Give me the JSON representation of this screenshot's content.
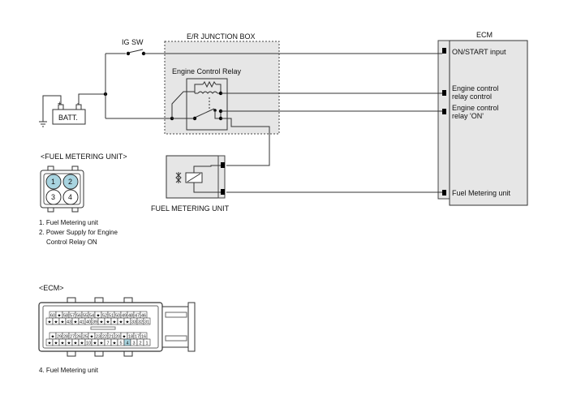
{
  "labels": {
    "ig_sw": "IG SW",
    "junction_box": "E/R JUNCTION BOX",
    "engine_control_relay": "Engine Control Relay",
    "batt": "BATT.",
    "ecm_title": "ECM",
    "ecm_on_start": "ON/START input",
    "ecm_relay_control_1": "Engine control",
    "ecm_relay_control_2": "relay control",
    "ecm_relay_on_1": "Engine control",
    "ecm_relay_on_2": "relay 'ON'",
    "ecm_fuel_metering": "Fuel Metering unit",
    "fuel_metering_unit": "FUEL METERING UNIT"
  },
  "fmu_connector": {
    "title": "<FUEL METERING UNIT>",
    "pins": [
      "1",
      "2",
      "3",
      "4"
    ],
    "highlight_color": "#a8d4e0",
    "legend": [
      "1. Fuel Metering unit",
      "2. Power Supply for Engine",
      "Control Relay ON"
    ]
  },
  "ecm_connector": {
    "title": "<ECM>",
    "top_row_1": [
      "60",
      "★",
      "58",
      "57",
      "56",
      "55",
      "54",
      "★",
      "52",
      "51",
      "50",
      "49",
      "48",
      "47",
      "46"
    ],
    "top_row_2": [
      "★",
      "★",
      "★",
      "43",
      "★",
      "41",
      "40",
      "39",
      "★",
      "★",
      "★",
      "★",
      "★",
      "33",
      "32",
      "31"
    ],
    "bot_row_1": [
      "★",
      "29",
      "28",
      "27",
      "26",
      "25",
      "★",
      "23",
      "22",
      "21",
      "20",
      "★",
      "18",
      "17",
      "16"
    ],
    "bot_row_2": [
      "★",
      "★",
      "★",
      "★",
      "★",
      "★",
      "10",
      "★",
      "★",
      "7",
      "★",
      "5",
      "4",
      "3",
      "2",
      "1"
    ],
    "highlight_pin": "4",
    "highlight_color": "#a8d4e0",
    "legend": [
      "4. Fuel Metering unit"
    ]
  }
}
